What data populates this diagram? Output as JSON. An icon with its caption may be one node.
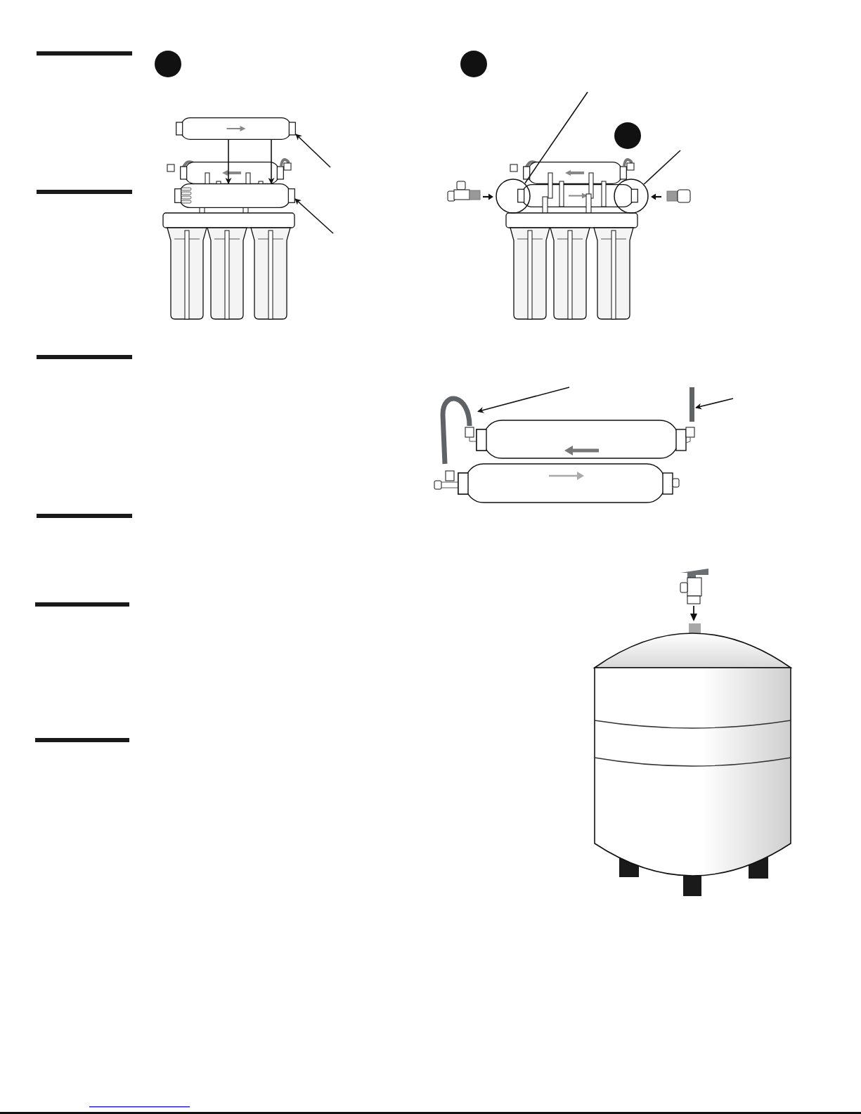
{
  "diagram": {
    "nodes": [
      {
        "text": [],
        "shape": "cylinder"
      },
      {
        "text": [],
        "shape": "cylinder"
      },
      {
        "text": [],
        "shape": "circle"
      },
      {
        "text": [],
        "shape": "circle"
      },
      {
        "text": [],
        "shape": "tube"
      },
      {
        "text": [],
        "shape": "tube"
      }
    ],
    "edges": [
      {
        "from": null,
        "to": 0,
        "arrow": "to"
      },
      {
        "from": null,
        "to": 1,
        "arrow": "to"
      },
      {
        "from": null,
        "to": 2,
        "arrow": "none"
      },
      {
        "from": null,
        "to": 3,
        "arrow": "none"
      },
      {
        "from": null,
        "to": 4,
        "arrow": "to"
      },
      {
        "from": null,
        "to": 5,
        "arrow": "to"
      },
      {
        "from": 0,
        "to": 1,
        "arrow": "to"
      },
      {
        "from": 0,
        "to": 1,
        "arrow": "to"
      }
    ]
  }
}
